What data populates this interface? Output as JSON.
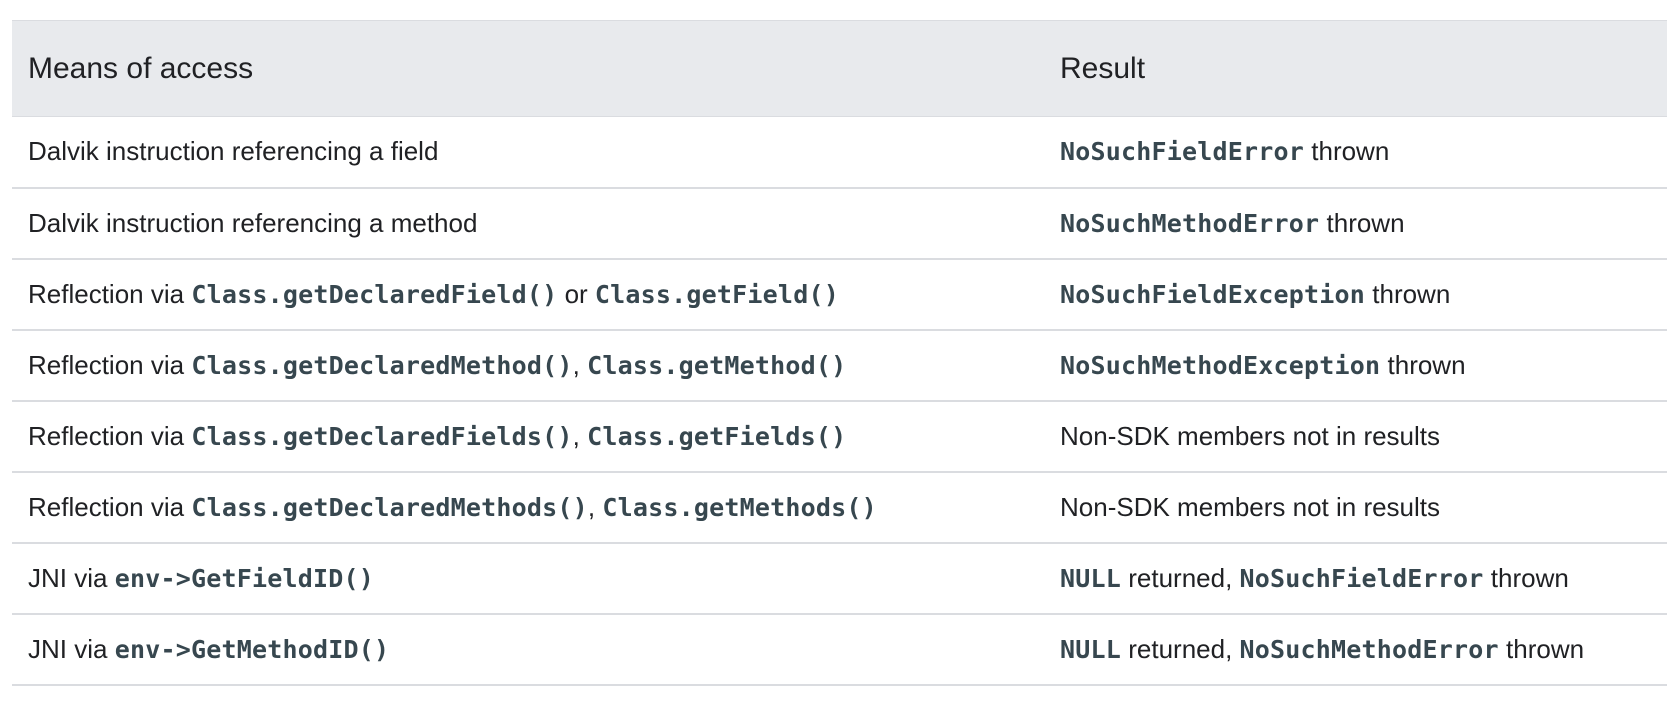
{
  "table": {
    "headers": [
      "Means of access",
      "Result"
    ],
    "rows": [
      {
        "access": [
          {
            "t": "text",
            "v": "Dalvik instruction referencing a field"
          }
        ],
        "result": [
          {
            "t": "code",
            "v": "NoSuchFieldError"
          },
          {
            "t": "text",
            "v": " thrown"
          }
        ]
      },
      {
        "access": [
          {
            "t": "text",
            "v": "Dalvik instruction referencing a method"
          }
        ],
        "result": [
          {
            "t": "code",
            "v": "NoSuchMethodError"
          },
          {
            "t": "text",
            "v": " thrown"
          }
        ]
      },
      {
        "access": [
          {
            "t": "text",
            "v": "Reflection via "
          },
          {
            "t": "code",
            "v": "Class.getDeclaredField()"
          },
          {
            "t": "text",
            "v": " or "
          },
          {
            "t": "code",
            "v": "Class.getField()"
          }
        ],
        "result": [
          {
            "t": "code",
            "v": "NoSuchFieldException"
          },
          {
            "t": "text",
            "v": " thrown"
          }
        ]
      },
      {
        "access": [
          {
            "t": "text",
            "v": "Reflection via "
          },
          {
            "t": "code",
            "v": "Class.getDeclaredMethod()"
          },
          {
            "t": "text",
            "v": ", "
          },
          {
            "t": "code",
            "v": "Class.getMethod()"
          }
        ],
        "result": [
          {
            "t": "code",
            "v": "NoSuchMethodException"
          },
          {
            "t": "text",
            "v": " thrown"
          }
        ]
      },
      {
        "access": [
          {
            "t": "text",
            "v": "Reflection via "
          },
          {
            "t": "code",
            "v": "Class.getDeclaredFields()"
          },
          {
            "t": "text",
            "v": ", "
          },
          {
            "t": "code",
            "v": "Class.getFields()"
          }
        ],
        "result": [
          {
            "t": "text",
            "v": "Non-SDK members not in results"
          }
        ]
      },
      {
        "access": [
          {
            "t": "text",
            "v": "Reflection via "
          },
          {
            "t": "code",
            "v": "Class.getDeclaredMethods()"
          },
          {
            "t": "text",
            "v": ", "
          },
          {
            "t": "code",
            "v": "Class.getMethods()"
          }
        ],
        "result": [
          {
            "t": "text",
            "v": "Non-SDK members not in results"
          }
        ]
      },
      {
        "access": [
          {
            "t": "text",
            "v": "JNI via "
          },
          {
            "t": "code",
            "v": "env->GetFieldID()"
          }
        ],
        "result": [
          {
            "t": "code",
            "v": "NULL"
          },
          {
            "t": "text",
            "v": " returned, "
          },
          {
            "t": "code",
            "v": "NoSuchFieldError"
          },
          {
            "t": "text",
            "v": " thrown"
          }
        ]
      },
      {
        "access": [
          {
            "t": "text",
            "v": "JNI via "
          },
          {
            "t": "code",
            "v": "env->GetMethodID()"
          }
        ],
        "result": [
          {
            "t": "code",
            "v": "NULL"
          },
          {
            "t": "text",
            "v": " returned, "
          },
          {
            "t": "code",
            "v": "NoSuchMethodError"
          },
          {
            "t": "text",
            "v": " thrown"
          }
        ]
      }
    ]
  }
}
